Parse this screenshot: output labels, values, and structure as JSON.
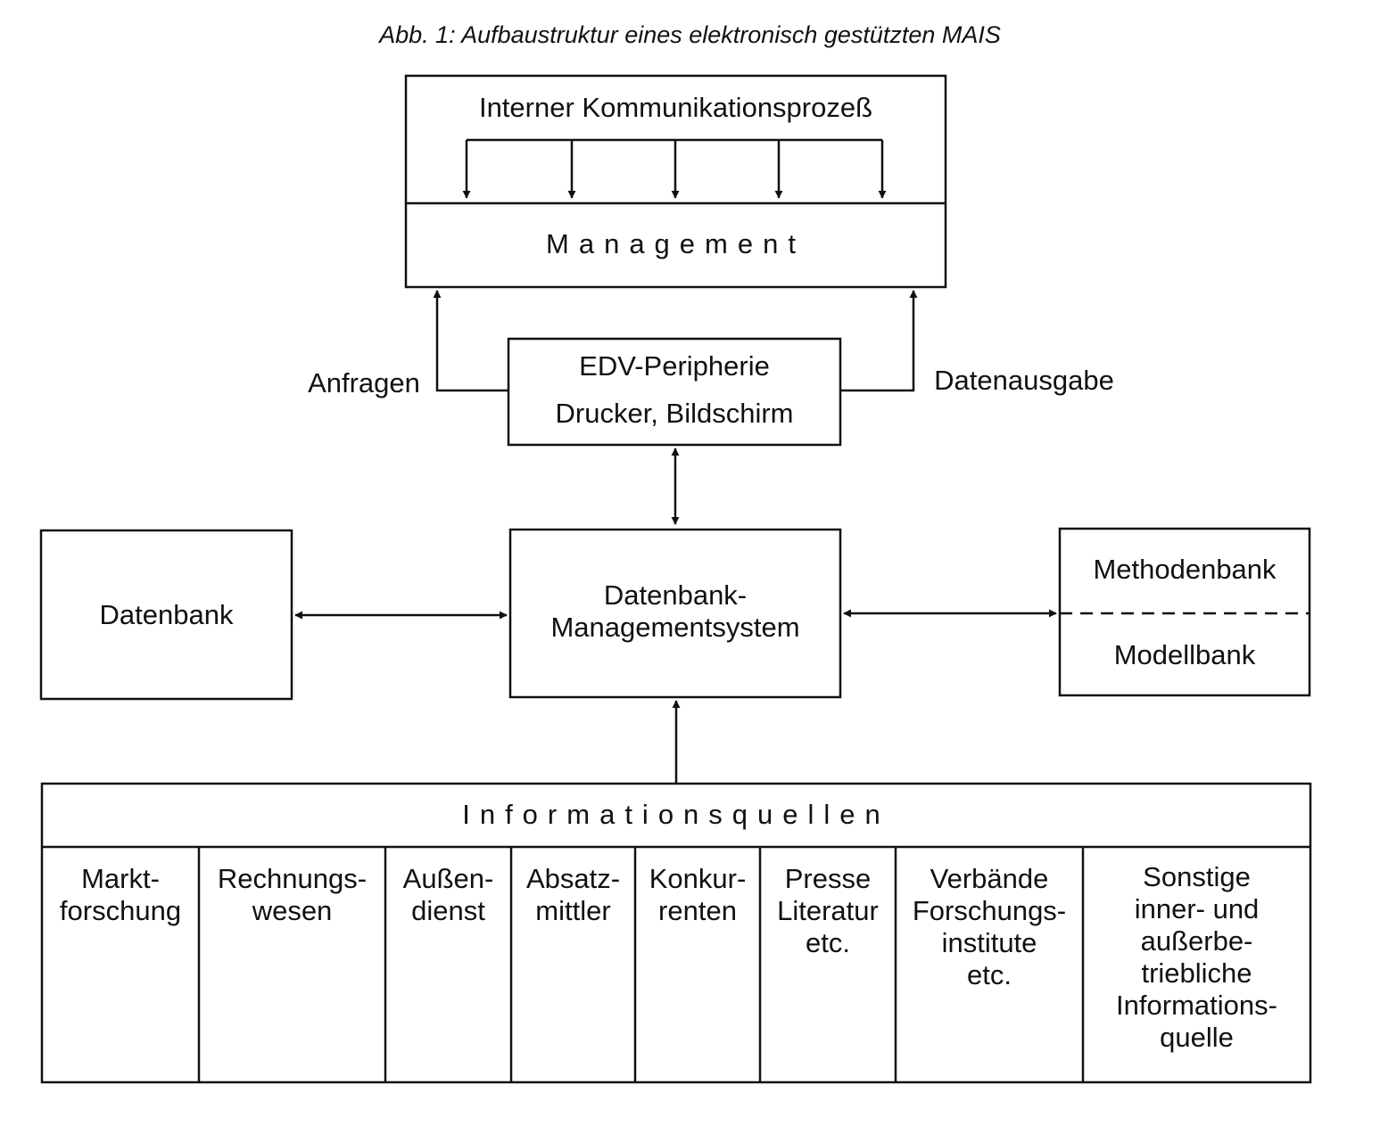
{
  "title": "Abb. 1: Aufbaustruktur eines elektronisch gestützten MAIS",
  "communication": "Interner Kommunikationsprozeß",
  "management": "Management",
  "edv": {
    "line1": "EDV-Peripherie",
    "line2": "Drucker, Bildschirm"
  },
  "anfragen": "Anfragen",
  "datenausgabe": "Datenausgabe",
  "datenbank": "Datenbank",
  "dbms": "Datenbank-\nManagementsystem",
  "methodenbank": "Methodenbank",
  "modellbank": "Modellbank",
  "informationsquellen": "Informationsquellen",
  "sources": [
    "Markt-\nforschung",
    "Rechnungs-\nwesen",
    "Außen-\ndienst",
    "Absatz-\nmittler",
    "Konkur-\nrenten",
    "Presse\nLiteratur\netc.",
    "Verbände\nForschungs-\ninstitute\netc.",
    "Sonstige\ninner- und\naußerbe-\ntriebliche\nInformations-\nquelle"
  ]
}
